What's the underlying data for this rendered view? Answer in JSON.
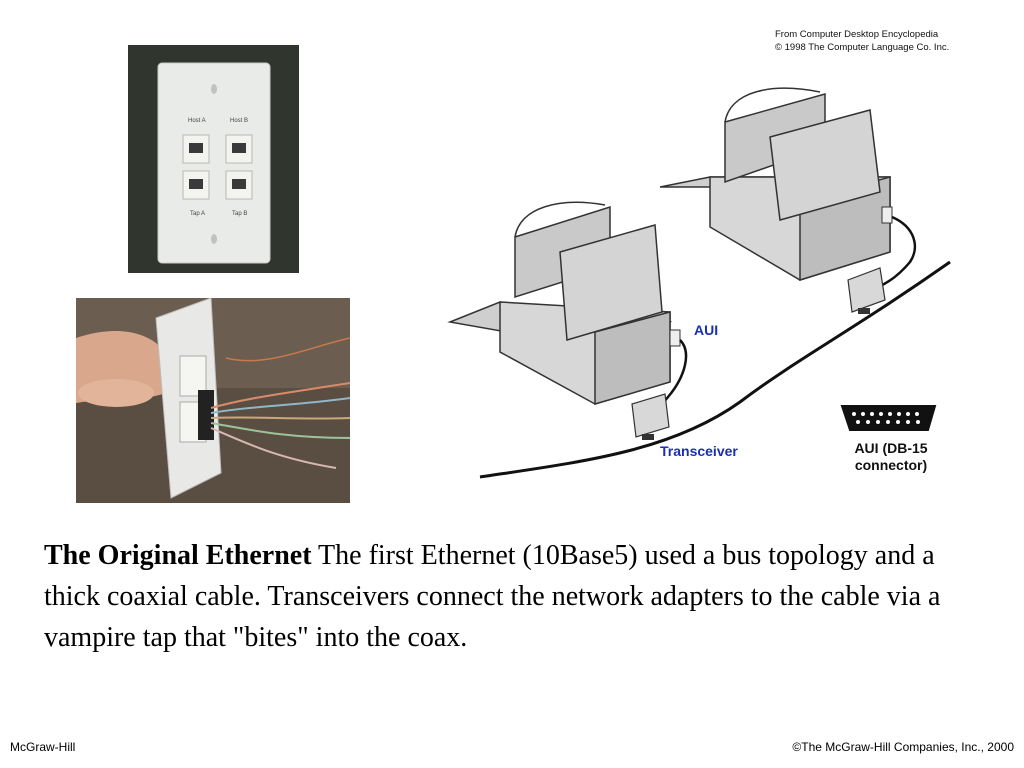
{
  "photos": {
    "wall_plate_labels": [
      "Host A",
      "Host B",
      "Tap A",
      "Tap B"
    ]
  },
  "diagram": {
    "credit_line1": "From Computer Desktop Encyclopedia",
    "credit_line2": "© 1998 The Computer Language Co. Inc.",
    "aui_label": "AUI",
    "transceiver_label": "Transceiver",
    "connector_label_line1": "AUI (DB-15",
    "connector_label_line2": "connector)"
  },
  "caption": {
    "title": "The Original Ethernet",
    "body": "The first Ethernet (10Base5) used a bus topology and a thick coaxial cable. Transceivers connect the network adapters to the cable via a vampire tap that \"bites\" into the coax."
  },
  "footer": {
    "left": "McGraw-Hill",
    "right": "©The McGraw-Hill Companies, Inc., 2000"
  },
  "colors": {
    "label_blue": "#1a2fb0"
  }
}
